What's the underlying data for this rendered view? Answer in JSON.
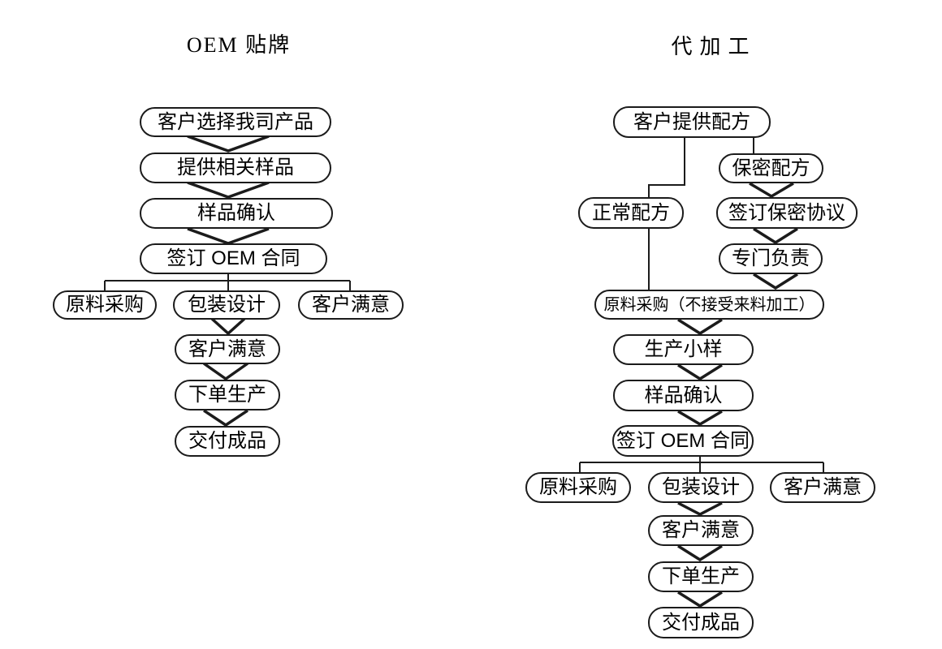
{
  "left": {
    "title": "OEM 贴牌",
    "nodes": {
      "select_product": "客户选择我司产品",
      "provide_samples": "提供相关样品",
      "sample_confirm": "样品确认",
      "sign_oem": "签订 OEM 合同",
      "material_purchase": "原料采购",
      "package_design": "包装设计",
      "customer_satisfied_branch": "客户满意",
      "customer_satisfied": "客户满意",
      "place_order": "下单生产",
      "deliver": "交付成品"
    }
  },
  "right": {
    "title": "代加工",
    "nodes": {
      "provide_formula": "客户提供配方",
      "secret_formula": "保密配方",
      "normal_formula": "正常配方",
      "sign_nda": "签订保密协议",
      "dedicated_responsibility": "专门负责",
      "material_purchase_note": "原料采购（不接受来料加工）",
      "produce_sample": "生产小样",
      "sample_confirm": "样品确认",
      "sign_oem": "签订 OEM 合同",
      "material_purchase": "原料采购",
      "package_design": "包装设计",
      "customer_satisfied_branch": "客户满意",
      "customer_satisfied": "客户满意",
      "place_order": "下单生产",
      "deliver": "交付成品"
    }
  }
}
